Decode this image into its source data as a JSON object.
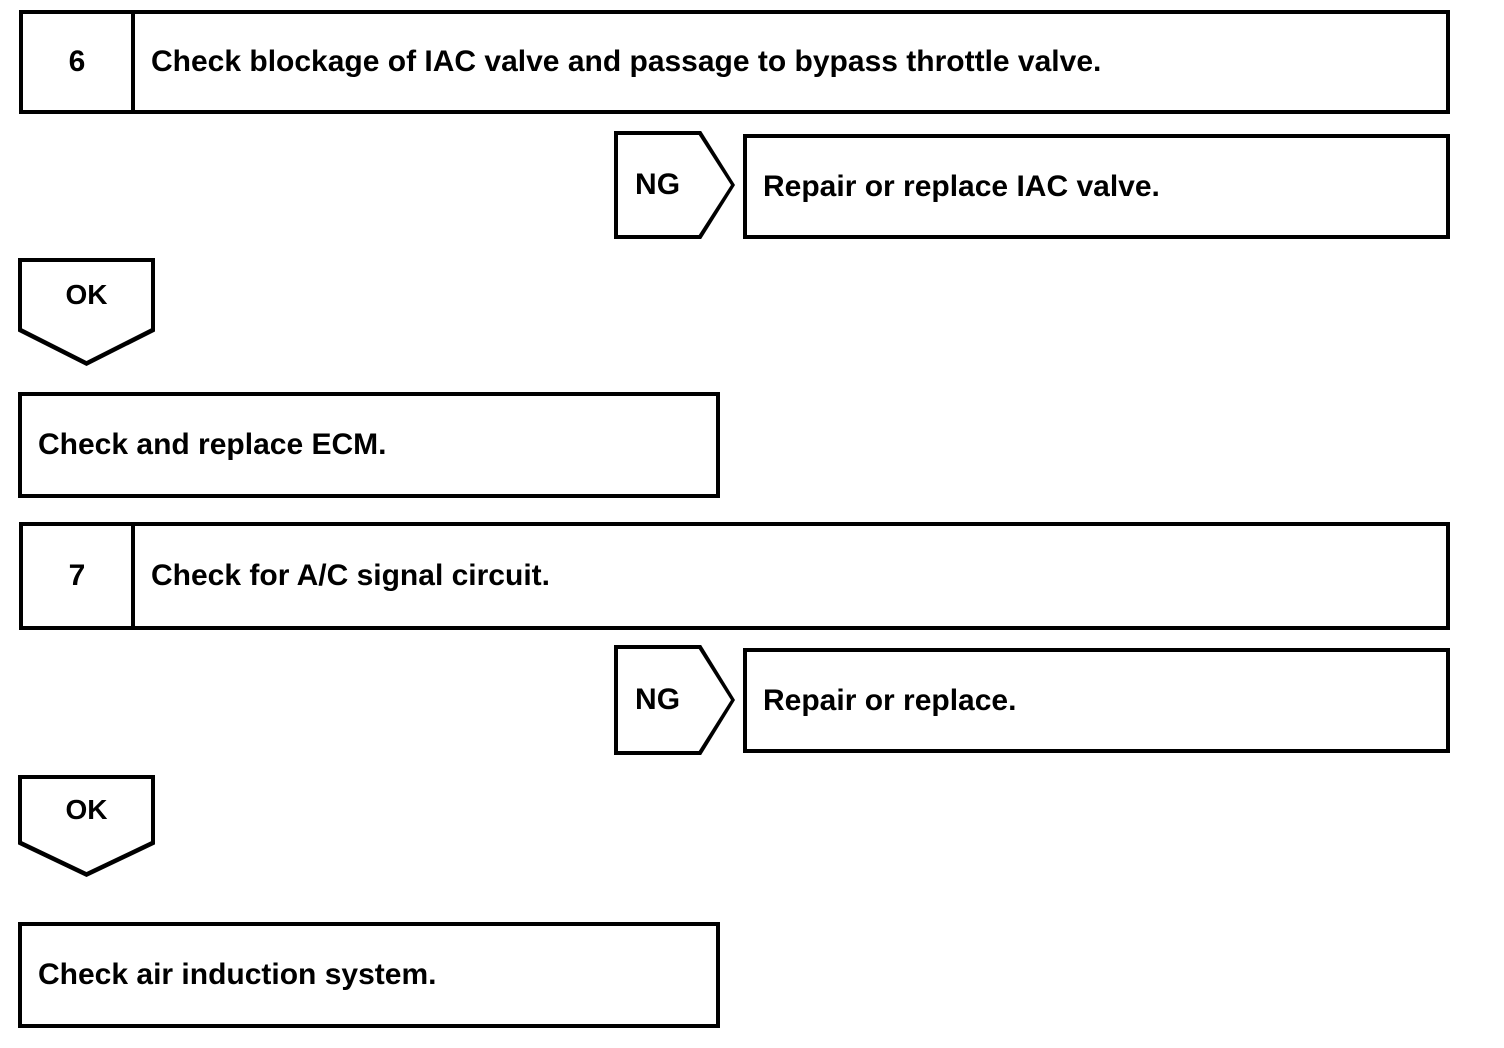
{
  "document": {
    "type": "diagnostic-flow-chart",
    "background_color": "#ffffff",
    "line_color": "#000000",
    "text_color": "#000000"
  },
  "steps": [
    {
      "number": "6",
      "title": "Check blockage of IAC valve and passage to bypass throttle valve.",
      "ng": {
        "label": "NG",
        "result": "Repair or replace IAC valve."
      },
      "ok": {
        "label": "OK",
        "result": "Check and replace ECM."
      }
    },
    {
      "number": "7",
      "title": "Check for A/C signal circuit.",
      "ng": {
        "label": "NG",
        "result": "Repair or replace."
      },
      "ok": {
        "label": "OK",
        "result": "Check air induction system."
      }
    }
  ]
}
